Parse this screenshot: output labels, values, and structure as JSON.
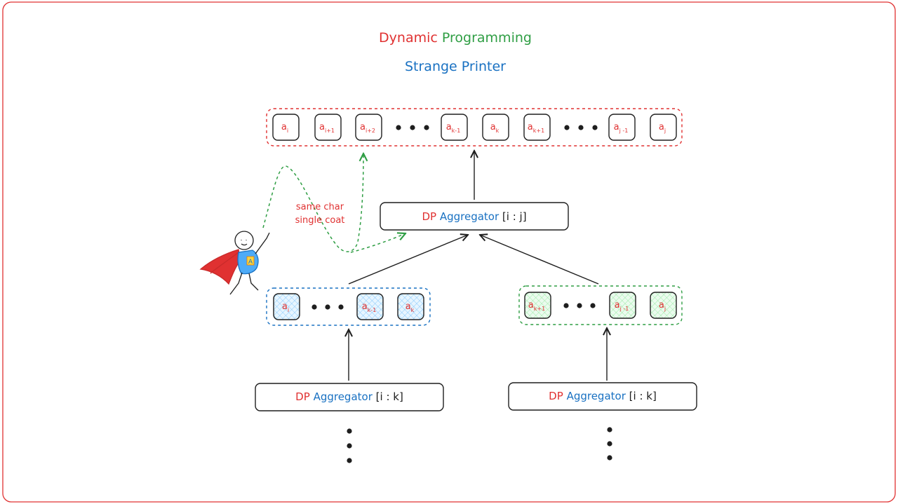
{
  "title": {
    "word1": "Dynamic",
    "word2": "Programming",
    "subtitle": "Strange Printer"
  },
  "colors": {
    "red": "#e03131",
    "green": "#2f9e44",
    "blue": "#1971c2",
    "dark": "#1e1e1e",
    "blue_fill": "#a5d8ff",
    "green_fill": "#b2f2bb",
    "cape": "#e03131",
    "shirt": "#4dabf7",
    "frame": "#e03131"
  },
  "top_row": {
    "cells": [
      {
        "base": "a",
        "sub": "i"
      },
      {
        "base": "a",
        "sub": "i+1"
      },
      {
        "base": "a",
        "sub": "i+2"
      },
      {
        "base": "a",
        "sub": "k-1"
      },
      {
        "base": "a",
        "sub": "k"
      },
      {
        "base": "a",
        "sub": "k+1"
      },
      {
        "base": "a",
        "sub": "j -1"
      },
      {
        "base": "a",
        "sub": "j"
      }
    ]
  },
  "annotation": {
    "line1": "same char",
    "line2": "single coat"
  },
  "aggregator_main": {
    "dp": "DP",
    "word": "Aggregator",
    "range": "[i : j]"
  },
  "left_row": {
    "cells": [
      {
        "base": "a",
        "sub": "i"
      },
      {
        "base": "a",
        "sub": "k-1"
      },
      {
        "base": "a",
        "sub": "k"
      }
    ]
  },
  "right_row": {
    "cells": [
      {
        "base": "a",
        "sub": "k+1"
      },
      {
        "base": "a",
        "sub": "j -1"
      },
      {
        "base": "a",
        "sub": "j"
      }
    ]
  },
  "aggregator_left": {
    "dp": "DP",
    "word": "Aggregator",
    "range": "[i : k]"
  },
  "aggregator_right": {
    "dp": "DP",
    "word": "Aggregator",
    "range": "[i : k]"
  },
  "hero": {
    "emblem": "A"
  }
}
